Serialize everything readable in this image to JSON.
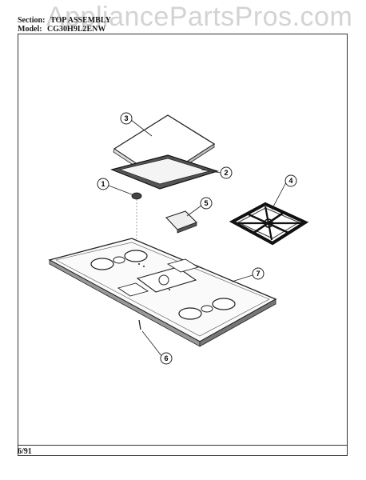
{
  "watermark": "AppliancePartsPros.com",
  "header": {
    "section_label": "Section:",
    "section_value": "TOP ASSEMBLY",
    "model_label": "Model:",
    "model_value": "CG30H9L2ENW"
  },
  "footer": {
    "date": "6/91"
  },
  "callouts": [
    {
      "id": "1",
      "label": "1"
    },
    {
      "id": "2",
      "label": "2"
    },
    {
      "id": "3",
      "label": "3"
    },
    {
      "id": "4",
      "label": "4"
    },
    {
      "id": "5",
      "label": "5"
    },
    {
      "id": "6",
      "label": "6"
    },
    {
      "id": "7",
      "label": "7"
    }
  ]
}
